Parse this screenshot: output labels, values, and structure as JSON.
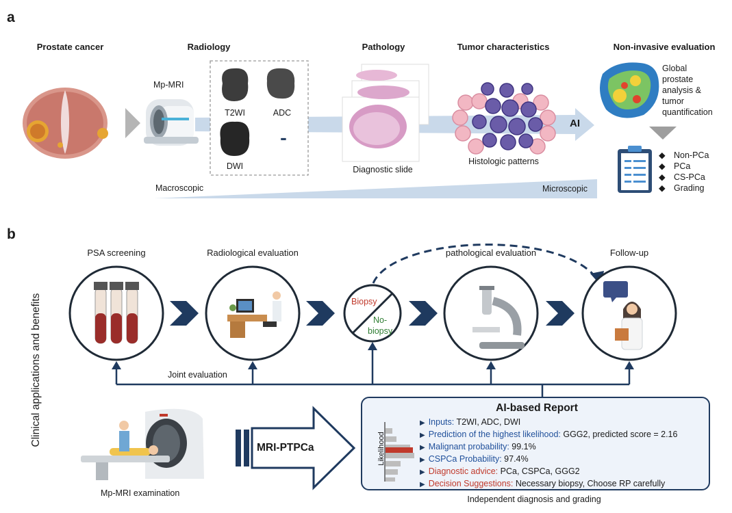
{
  "panel_a": {
    "letter": "a",
    "headers": [
      "Prostate cancer",
      "Radiology",
      "Pathology",
      "Tumor characteristics",
      "Non-invasive evaluation"
    ],
    "mp_mri": "Mp-MRI",
    "sequences": [
      "T2WI",
      "ADC",
      "DWI",
      "▪▪▪"
    ],
    "diagnostic_slide": "Diagnostic slide",
    "histologic_patterns": "Histologic patterns",
    "ai": "AI",
    "global_analysis": [
      "Global",
      "prostate",
      "analysis &",
      "tumor",
      "quantification"
    ],
    "outcomes": [
      "Non-PCa",
      "PCa",
      "CS-PCa",
      "Grading"
    ],
    "macroscopic": "Macroscopic",
    "microscopic": "Microscopic"
  },
  "panel_b": {
    "letter": "b",
    "side_title": "Clinical applications and benefits",
    "steps": [
      "PSA screening",
      "Radiological evaluation",
      "pathological evaluation",
      "Follow-up"
    ],
    "biopsy": "Biopsy",
    "no_biopsy_1": "No-",
    "no_biopsy_2": "biopsy",
    "joint_evaluation": "Joint evaluation",
    "mri_exam": "Mp-MRI examination",
    "model_name": "MRI-PTPCa",
    "independent": "Independent diagnosis and grading",
    "report": {
      "title": "AI-based Report",
      "likelihood": "Likelihood",
      "lines": [
        {
          "key": "Inputs:",
          "value": " T2WI, ADC, DWI",
          "color": "blue"
        },
        {
          "key": "Prediction of the highest likelihood:",
          "value": "  GGG2, predicted score = 2.16",
          "color": "blue"
        },
        {
          "key": "Malignant probability:",
          "value": " 99.1%",
          "color": "blue"
        },
        {
          "key": "CSPCa Probability:",
          "value": "  97.4%",
          "color": "blue"
        },
        {
          "key": "Diagnostic advice:",
          "value": " PCa, CSPCa, GGG2",
          "color": "red"
        },
        {
          "key": "Decision Suggestions:",
          "value": "  Necessary biopsy, Choose RP carefully",
          "color": "red"
        }
      ]
    }
  },
  "colors": {
    "navy": "#1f3a5f",
    "light_blue": "#c9d9ea",
    "highlight_red": "#c0392b"
  }
}
